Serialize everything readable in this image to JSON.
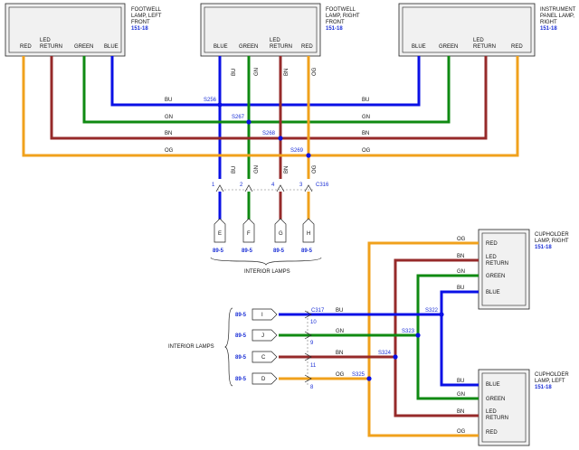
{
  "components": {
    "footwell_left": {
      "name1": "FOOTWELL",
      "name2": "LAMP, LEFT",
      "name3": "FRONT",
      "ref": "151-18",
      "pins": [
        "RED",
        "LED",
        "RETURN",
        "GREEN",
        "BLUE"
      ]
    },
    "footwell_right": {
      "name1": "FOOTWELL",
      "name2": "LAMP, RIGHT",
      "name3": "FRONT",
      "ref": "151-18",
      "pins": [
        "BLUE",
        "GREEN",
        "LED",
        "RETURN",
        "RED"
      ]
    },
    "instrument_panel": {
      "name1": "INSTRUMENT",
      "name2": "PANEL LAMP,",
      "name3": "RIGHT",
      "ref": "151-18",
      "pins": [
        "BLUE",
        "GREEN",
        "LED",
        "RETURN",
        "RED"
      ]
    },
    "cupholder_right": {
      "name1": "CUPHOLDER",
      "name2": "LAMP, RIGHT",
      "ref": "151-18",
      "pins": [
        "RED",
        "LED",
        "RETURN",
        "GREEN",
        "BLUE"
      ]
    },
    "cupholder_left": {
      "name1": "CUPHOLDER",
      "name2": "LAMP, LEFT",
      "ref": "151-18",
      "pins": [
        "BLUE",
        "GREEN",
        "LED",
        "RETURN",
        "RED"
      ]
    }
  },
  "wire_codes": {
    "bu": "BU",
    "gn": "GN",
    "bn": "BN",
    "og": "OG"
  },
  "splices": {
    "s256": "S256",
    "s267": "S267",
    "s268": "S268",
    "s269": "S269",
    "s322": "S322",
    "s323": "S323",
    "s324": "S324",
    "s325": "S325"
  },
  "connectors": {
    "c316": "C316",
    "c317": "C317",
    "c316_pins": [
      "1",
      "2",
      "4",
      "3"
    ],
    "c317_pins": [
      "10",
      "9",
      "11",
      "8"
    ]
  },
  "interior_lamps_top": {
    "letters": [
      "E",
      "F",
      "G",
      "H"
    ],
    "ref": "89-5",
    "label": "INTERIOR LAMPS"
  },
  "interior_lamps_bottom": {
    "letters": [
      "I",
      "J",
      "C",
      "D"
    ],
    "ref": "89-5",
    "label": "INTERIOR LAMPS"
  },
  "colors": {
    "blue": "#0a10e6",
    "green": "#0f8a12",
    "brown": "#962a2a",
    "orange": "#f0a11c",
    "ref_blue": "#1a2fd6"
  }
}
